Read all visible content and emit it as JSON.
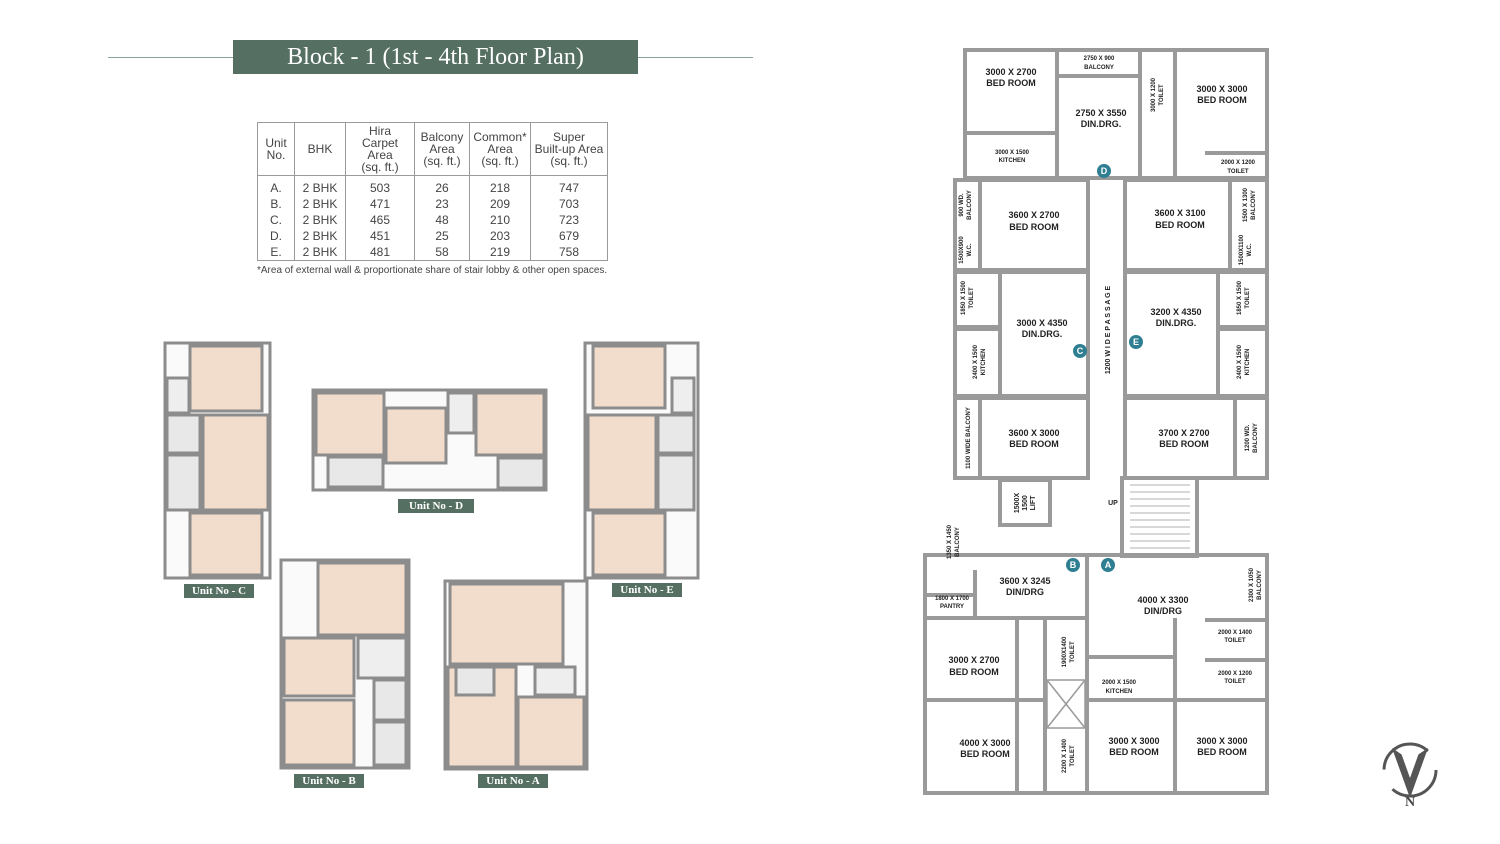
{
  "title": "Block - 1 (1st - 4th Floor Plan)",
  "table": {
    "headers": [
      "Unit No.",
      "BHK",
      "Hira Carpet Area (sq. ft.)",
      "Balcony Area (sq. ft.)",
      "Common* Area (sq. ft.)",
      "Super Built-up Area (sq. ft.)"
    ],
    "header_lines": [
      [
        "Unit",
        "No."
      ],
      [
        "BHK"
      ],
      [
        "Hira",
        "Carpet Area",
        "(sq. ft.)"
      ],
      [
        "Balcony",
        "Area",
        "(sq. ft.)"
      ],
      [
        "Common*",
        "Area",
        "(sq. ft.)"
      ],
      [
        "Super",
        "Built-up Area",
        "(sq. ft.)"
      ]
    ],
    "rows": [
      [
        "A.",
        "2 BHK",
        "503",
        "26",
        "218",
        "747"
      ],
      [
        "B.",
        "2 BHK",
        "471",
        "23",
        "209",
        "703"
      ],
      [
        "C.",
        "2 BHK",
        "465",
        "48",
        "210",
        "723"
      ],
      [
        "D.",
        "2 BHK",
        "451",
        "25",
        "203",
        "679"
      ],
      [
        "E.",
        "2 BHK",
        "481",
        "58",
        "219",
        "758"
      ]
    ],
    "note": "*Area of external wall & proportionate share of stair lobby & other open spaces."
  },
  "unit_labels": {
    "c": "Unit No - C",
    "d": "Unit No - D",
    "e": "Unit No - E",
    "b": "Unit No - B",
    "a": "Unit No - A"
  },
  "plan": {
    "rooms": {
      "r1_dim": "3000 X 2700",
      "r1_name": "BED ROOM",
      "r2_dim": "2750 X 900",
      "r2_name": "BALCONY",
      "r3_dim": "2750 X 3550",
      "r3_name": "DIN.DRG.",
      "r4_dim": "3000 X 1200",
      "r4_name": "TOILET",
      "r5_dim": "3000 X 3000",
      "r5_name": "BED ROOM",
      "r6_dim": "3000 X 1500",
      "r6_name": "KITCHEN",
      "r7_dim": "2000 X 1200",
      "r7_name": "TOILET",
      "r8_dim": "900 WD.",
      "r8_name": "BALCONY",
      "r9_dim": "3600 X 2700",
      "r9_name": "BED ROOM",
      "r10_dim": "3600 X 3100",
      "r10_name": "BED ROOM",
      "r11_dim": "1500 X 1300",
      "r11_name": "BALCONY",
      "r12_dim": "1500X900",
      "r12_name": "W.C.",
      "r13_dim": "1500X1100",
      "r13_name": "W.C.",
      "r14_dim": "1850 X 1500",
      "r14_name": "TOILET",
      "r15_dim": "3000 X 4350",
      "r15_name": "DIN.DRG.",
      "r16_dim": "3200 X 4350",
      "r16_name": "DIN.DRG.",
      "r17_dim": "1850 X 1500",
      "r17_name": "TOILET",
      "r18_dim": "2400 X 1500",
      "r18_name": "KITCHEN",
      "r19_dim": "2400 X 1500",
      "r19_name": "KITCHEN",
      "r20_text": "1100 WIDE BALCONY",
      "r21_dim": "3600 X 3000",
      "r21_name": "BED ROOM",
      "r22_dim": "3700 X 2700",
      "r22_name": "BED ROOM",
      "r23_dim": "1200 WD.",
      "r23_name": "BALCONY",
      "passage": "1200  W I D E  P A S S A G E",
      "lift_1": "1500X",
      "lift_2": "1500",
      "lift_3": "LIFT",
      "up": "UP",
      "r24_dim": "1350 X 1450",
      "r24_name": "BALCONY",
      "r25_dim": "3600 X 3245",
      "r25_name": "DIN/DRG",
      "r26_dim": "4000 X 3300",
      "r26_name": "DIN/DRG",
      "r27_dim": "2300 X 1050",
      "r27_name": "BALCONY",
      "r28_dim": "1800 X 1700",
      "r28_name": "PANTRY",
      "r29_dim": "2000 X 1400",
      "r29_name": "TOILET",
      "r30_dim": "3000 X 2700",
      "r30_name": "BED ROOM",
      "r31_dim": "1900X1400",
      "r31_name": "TOILET",
      "r32_dim": "2000 X 1500",
      "r32_name": "KITCHEN",
      "r33_dim": "2000 X 1200",
      "r33_name": "TOILET",
      "r34_dim": "4000 X 3000",
      "r34_name": "BED ROOM",
      "r35_dim": "2200 X 1400",
      "r35_name": "TOILET",
      "r36_dim": "3000 X 3000",
      "r36_name": "BED ROOM",
      "r37_dim": "3000 X 3000",
      "r37_name": "BED ROOM"
    },
    "markers": {
      "a": "A",
      "b": "B",
      "c": "C",
      "d": "D",
      "e": "E"
    }
  },
  "compass": {
    "letter": "N"
  },
  "colors": {
    "accent": "#556f63",
    "wall": "#9a9a9a",
    "room_fill": "#f2dccb",
    "marker": "#2f7f93"
  }
}
